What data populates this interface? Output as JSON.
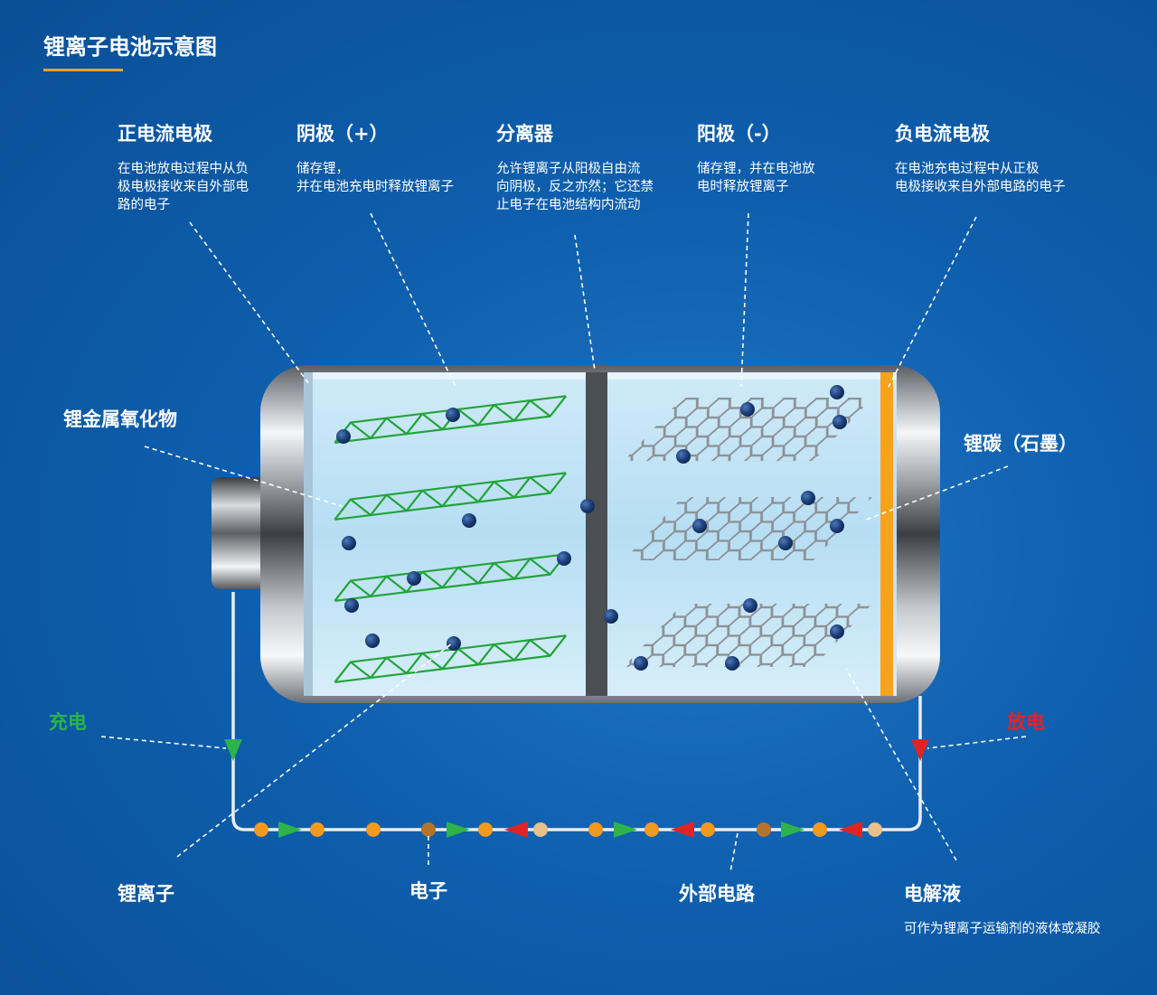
{
  "title": "锂离子电池示意图",
  "components": {
    "positive_collector": {
      "label": "正电流电极",
      "desc": [
        "在电池放电过程中从负",
        "极电极接收来自外部电",
        "路的电子"
      ]
    },
    "cathode": {
      "label": "阴极（+）",
      "desc": [
        "储存锂，",
        "并在电池充电时释放锂离子"
      ]
    },
    "separator": {
      "label": "分离器",
      "desc": [
        "允许锂离子从阳极自由流",
        "向阴极，反之亦然；它还禁",
        "止电子在电池结构内流动"
      ]
    },
    "anode": {
      "label": "阳极（-）",
      "desc": [
        "储存锂，并在电池放",
        "电时释放锂离子"
      ]
    },
    "negative_collector": {
      "label": "负电流电极",
      "desc": [
        "在电池充电过程中从正极",
        "电极接收来自外部电路的电子"
      ]
    },
    "lithium_metal_oxide": {
      "label": "锂金属氧化物"
    },
    "lithium_carbon": {
      "label": "锂碳（石墨）"
    },
    "charge": {
      "label": "充电",
      "color": "#2db34a"
    },
    "discharge": {
      "label": "放电",
      "color": "#e02424"
    },
    "lithium_ion": {
      "label": "锂离子"
    },
    "electron": {
      "label": "电子"
    },
    "external_circuit": {
      "label": "外部电路"
    },
    "electrolyte": {
      "label": "电解液",
      "desc": "可作为锂离子运输剂的液体或凝胶"
    }
  },
  "colors": {
    "background": "#0e5fae",
    "accent_underline": "#f0a030",
    "cathode_structure": "#22a33a",
    "anode_structure": "#8a8f96",
    "ion": "#1a3f7a",
    "electrolyte": "#bfe3f5",
    "collector_strip": "#f7a21b",
    "electron_orange": "#f39a1e",
    "electron_brown": "#b8732a",
    "electron_light": "#e9c08a"
  },
  "icons": [
    "down-arrow-green-icon",
    "down-arrow-red-icon",
    "arrow-right-green-icon",
    "arrow-left-red-icon"
  ]
}
